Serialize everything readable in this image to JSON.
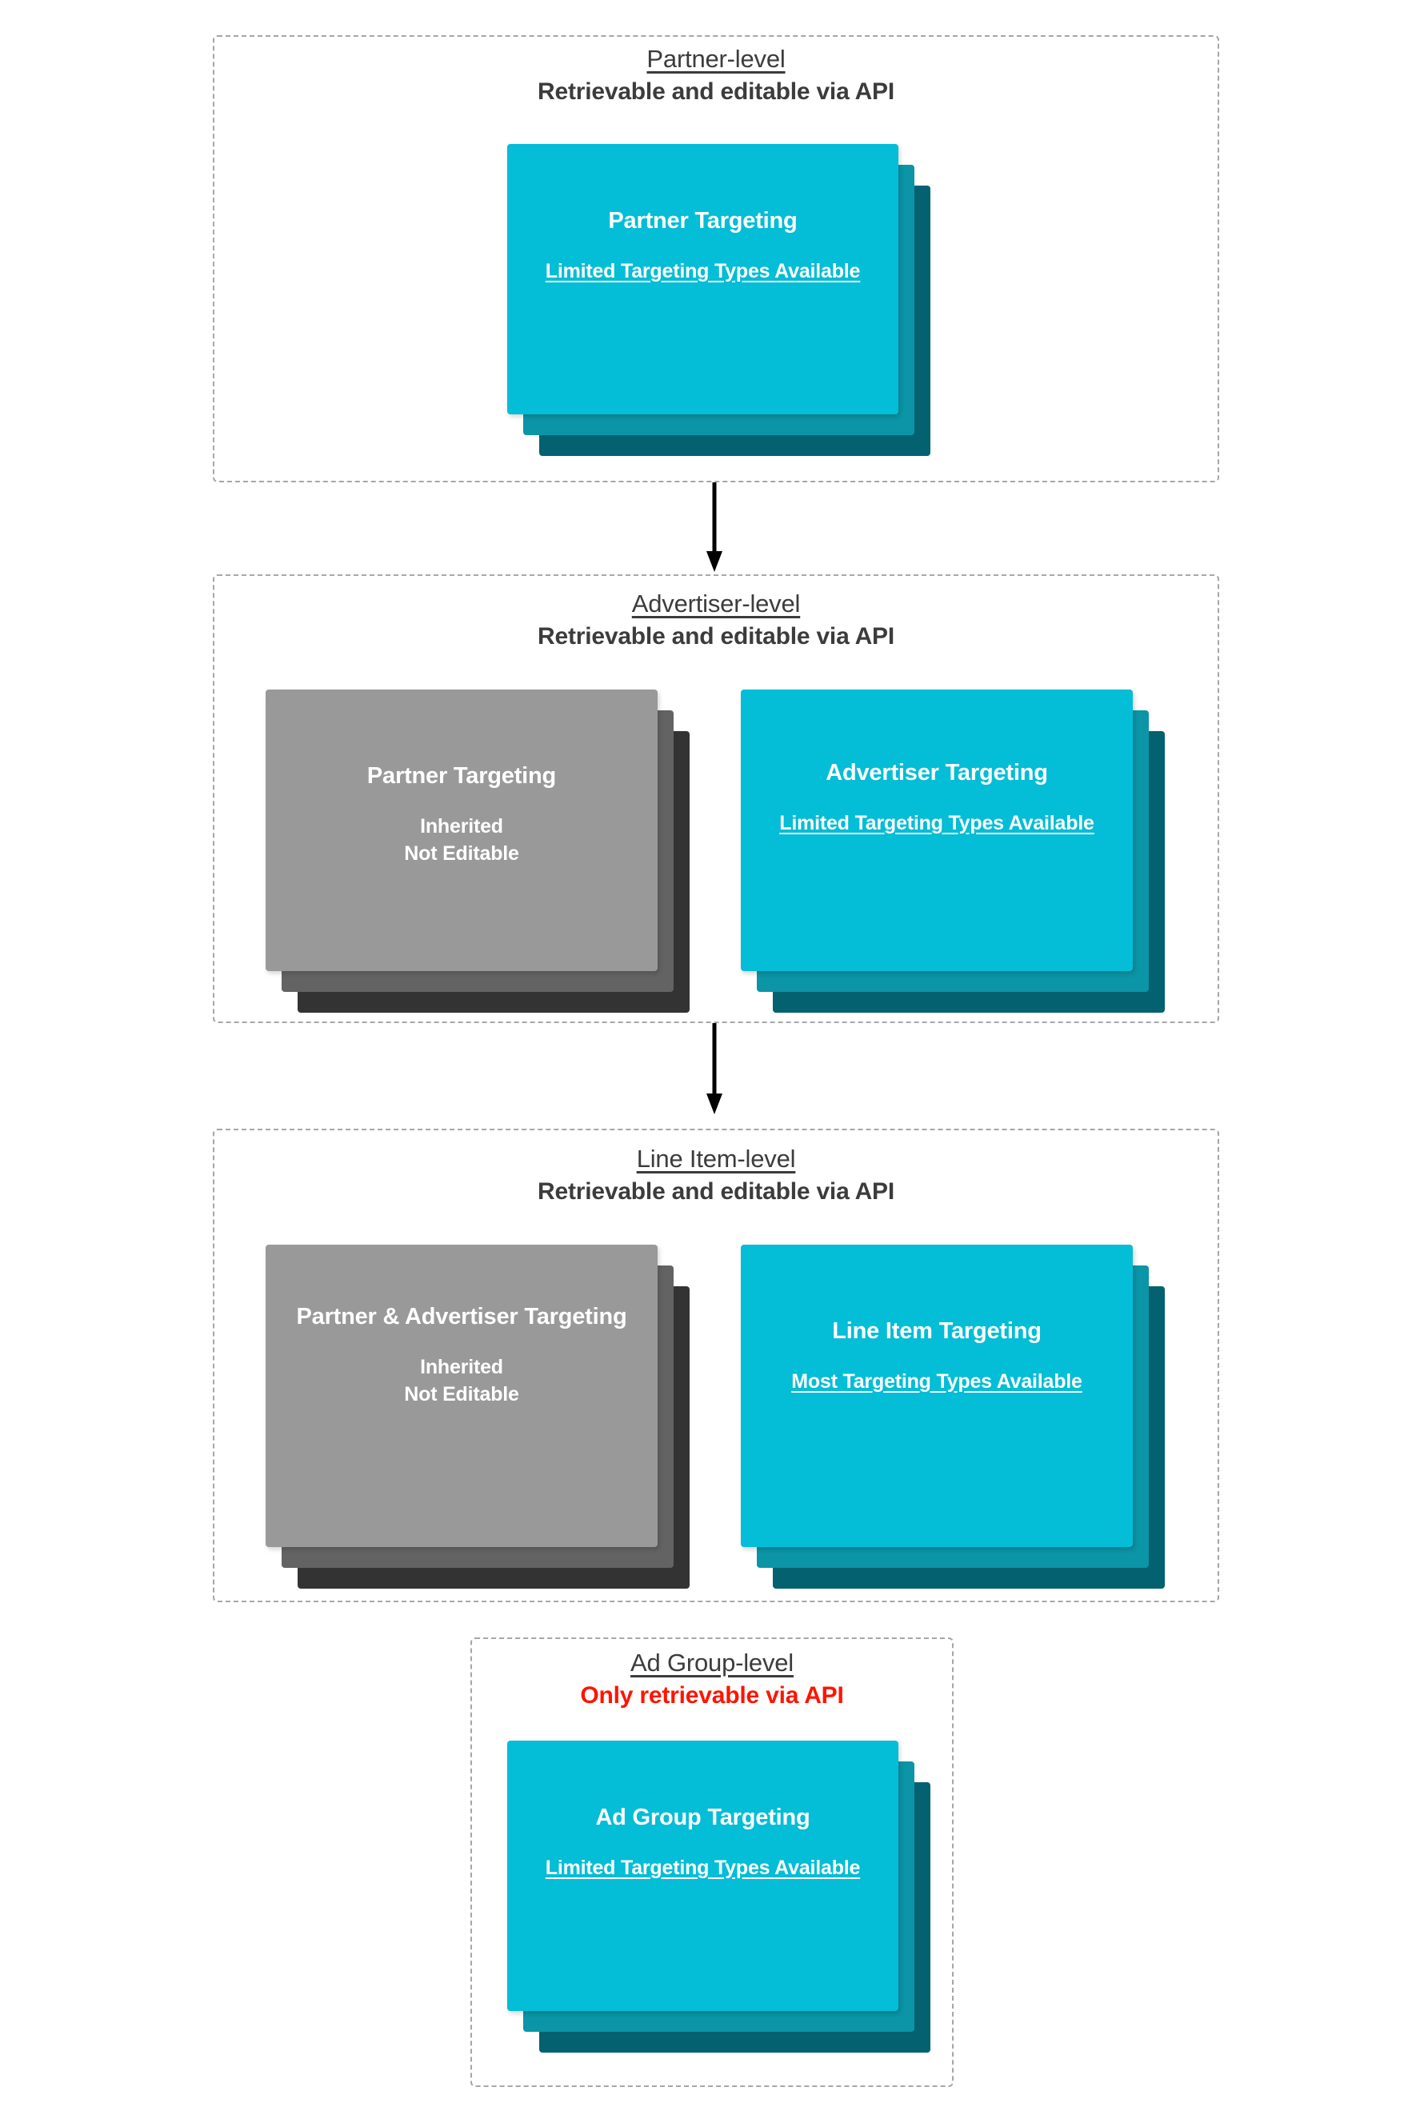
{
  "diagram": {
    "title": "Targeting inheritance across partner, advertiser, line item and ad group levels",
    "accent_cyan": "#04bdd6",
    "accent_cyan_mid": "#0b95a6",
    "accent_cyan_back": "#036170",
    "grey_front": "#999999",
    "grey_mid": "#636363",
    "grey_back": "#333333",
    "warning_color": "#ff1400",
    "text_color": "#3c3c3c",
    "border_color": "#a6a6a6"
  },
  "levels": [
    {
      "id": "partner",
      "title": "Partner-level",
      "subtitle": "Retrievable and editable via API",
      "subtitle_warning": false,
      "cards": [
        {
          "id": "partner-targeting",
          "title": "Partner Targeting",
          "note": "Limited Targeting Types Available",
          "note_underlined": true,
          "style": "cyan"
        }
      ]
    },
    {
      "id": "advertiser",
      "title": "Advertiser-level",
      "subtitle": "Retrievable and editable via API",
      "subtitle_warning": false,
      "cards": [
        {
          "id": "partner-targeting-inherited",
          "title": "Partner Targeting",
          "note": "Inherited\nNot Editable",
          "note_underlined": false,
          "style": "grey"
        },
        {
          "id": "advertiser-targeting",
          "title": "Advertiser Targeting",
          "note": "Limited Targeting Types Available",
          "note_underlined": true,
          "style": "cyan"
        }
      ]
    },
    {
      "id": "line-item",
      "title": "Line Item-level",
      "subtitle": "Retrievable and editable via API",
      "subtitle_warning": false,
      "cards": [
        {
          "id": "partner-advertiser-targeting-inherited",
          "title": "Partner & Advertiser Targeting",
          "note": "Inherited\nNot Editable",
          "note_underlined": false,
          "style": "grey"
        },
        {
          "id": "line-item-targeting",
          "title": "Line Item Targeting",
          "note": "Most Targeting Types Available",
          "note_underlined": true,
          "style": "cyan"
        }
      ]
    },
    {
      "id": "ad-group",
      "title": "Ad Group-level",
      "subtitle": "Only retrievable via API",
      "subtitle_warning": true,
      "cards": [
        {
          "id": "ad-group-targeting",
          "title": "Ad Group Targeting",
          "note": "Limited Targeting Types Available",
          "note_underlined": true,
          "style": "cyan"
        }
      ]
    }
  ],
  "connectors": [
    {
      "id": "partner-to-advertiser",
      "from": "partner",
      "to": "advertiser"
    },
    {
      "id": "advertiser-to-line-item",
      "from": "advertiser",
      "to": "line-item"
    }
  ]
}
